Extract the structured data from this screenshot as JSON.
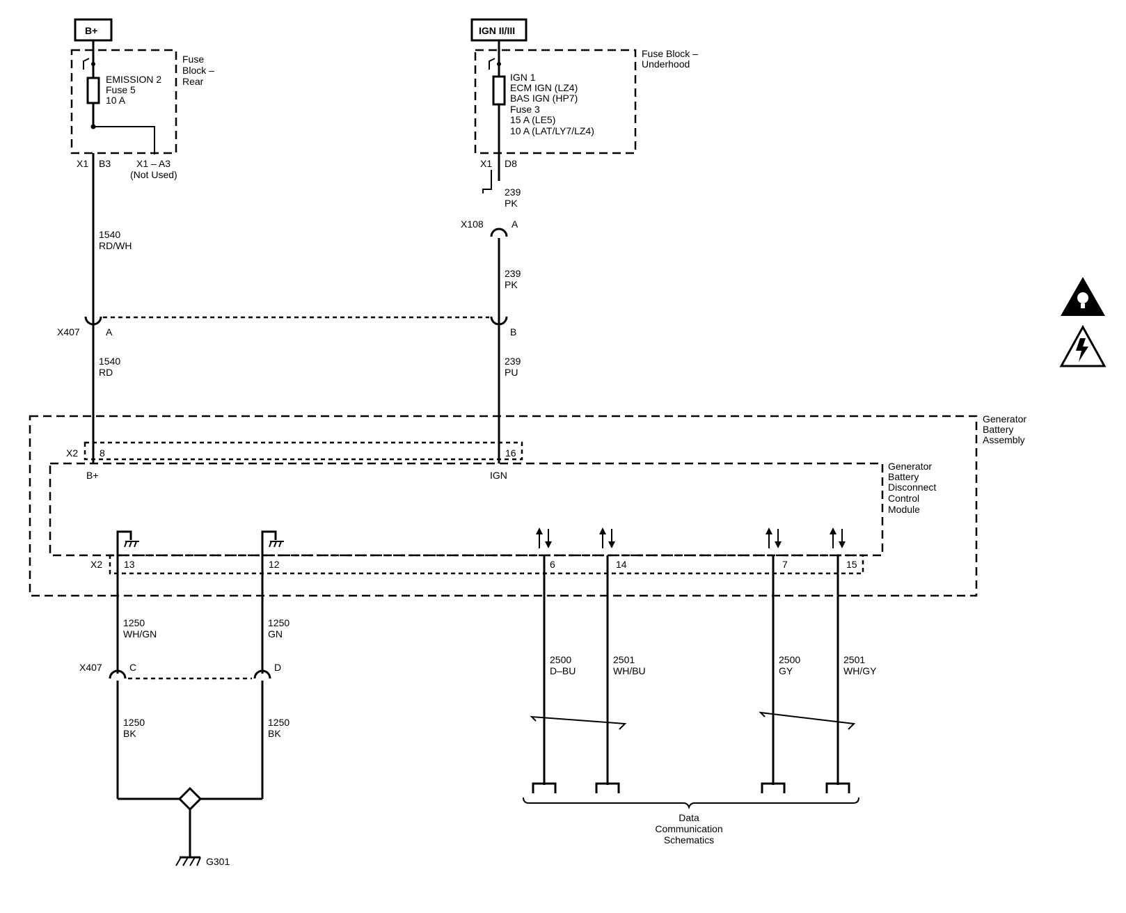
{
  "sources": {
    "battery": "B+",
    "ignition": "IGN II/III"
  },
  "fuse_rear": {
    "block_line1": "Fuse",
    "block_line2": "Block –",
    "block_line3": "Rear",
    "fuse_line1": "EMISSION 2",
    "fuse_line2": "Fuse 5",
    "fuse_line3": "10 A",
    "conn": "X1",
    "pin": "B3",
    "aux_conn": "X1 – A3",
    "aux_note": "(Not Used)"
  },
  "fuse_underhood": {
    "block_line1": "Fuse Block –",
    "block_line2": "Underhood",
    "fuse_line1": "IGN 1",
    "fuse_line2": "ECM IGN (LZ4)",
    "fuse_line3": "BAS IGN (HP7)",
    "fuse_line4": "Fuse 3",
    "fuse_line5": "15 A (LE5)",
    "fuse_line6": "10 A (LAT/LY7/LZ4)",
    "conn": "X1",
    "pin": "D8"
  },
  "wires": {
    "w1540_top_num": "1540",
    "w1540_top_color": "RD/WH",
    "w1540_bot_num": "1540",
    "w1540_bot_color": "RD",
    "w239_a_num": "239",
    "w239_a_color": "PK",
    "w239_b_num": "239",
    "w239_b_color": "PK",
    "w239_c_num": "239",
    "w239_c_color": "PU",
    "w1250_a_num": "1250",
    "w1250_a_color": "WH/GN",
    "w1250_b_num": "1250",
    "w1250_b_color": "GN",
    "w1250_c_num": "1250",
    "w1250_c_color": "BK",
    "w1250_d_num": "1250",
    "w1250_d_color": "BK",
    "w2500_a_num": "2500",
    "w2500_a_color": "D–BU",
    "w2501_a_num": "2501",
    "w2501_a_color": "WH/BU",
    "w2500_b_num": "2500",
    "w2500_b_color": "GY",
    "w2501_b_num": "2501",
    "w2501_b_color": "WH/GY"
  },
  "connectors": {
    "x108": "X108",
    "x108_pin": "A",
    "x407_top": "X407",
    "x407_pin_a": "A",
    "x407_pin_b": "B",
    "x407_bot": "X407",
    "x407_pin_c": "C",
    "x407_pin_d": "D",
    "x2_top": "X2",
    "x2_pin_8": "8",
    "x2_pin_16": "16",
    "x2_bot": "X2",
    "x2_pin_13": "13",
    "x2_pin_12": "12",
    "x2_pin_6": "6",
    "x2_pin_14": "14",
    "x2_pin_7": "7",
    "x2_pin_15": "15"
  },
  "assembly": {
    "line1": "Generator",
    "line2": "Battery",
    "line3": "Assembly"
  },
  "module": {
    "line1": "Generator",
    "line2": "Battery",
    "line3": "Disconnect",
    "line4": "Control",
    "line5": "Module",
    "bplus_label": "B+",
    "ign_label": "IGN"
  },
  "ground": {
    "label": "G301"
  },
  "data_comm": {
    "line1": "Data",
    "line2": "Communication",
    "line3": "Schematics"
  },
  "icons": {
    "info": "info-warning-icon",
    "esd": "esd-warning-icon"
  }
}
